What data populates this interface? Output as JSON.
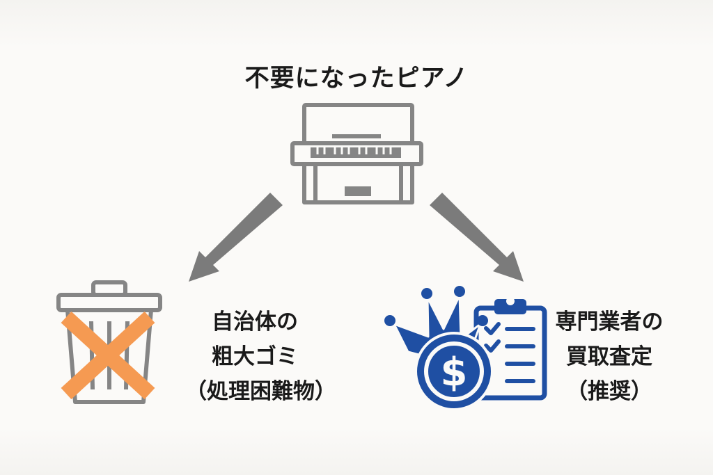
{
  "title": "不要になったピアノ",
  "left_option": {
    "line1": "自治体の",
    "line2": "粗大ゴミ",
    "line3": "（処理困難物）",
    "icon": "trash-can-crossed-icon",
    "cross_color": "#f59a52"
  },
  "right_option": {
    "line1": "専門業者の",
    "line2": "買取査定",
    "line3": "（推奨）",
    "icon": "crown-coin-clipboard-icon",
    "coin_symbol": "$",
    "accent_color": "#1f4fa3"
  },
  "piano_icon": "upright-piano-icon",
  "arrow_color": "#7b7b7b",
  "icon_gray": "#858585"
}
